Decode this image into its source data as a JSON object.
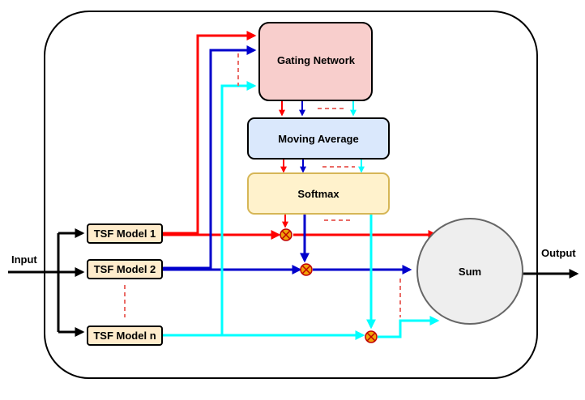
{
  "input_label": "Input",
  "output_label": "Output",
  "models": [
    {
      "label": "TSF Model 1",
      "color": "#ff0000"
    },
    {
      "label": "TSF Model 2",
      "color": "#0000cc"
    },
    {
      "label": "TSF Model n",
      "color": "#00ffff"
    }
  ],
  "gating_network": {
    "label": "Gating Network",
    "fill": "#f8cecc"
  },
  "moving_average": {
    "label": "Moving Average",
    "fill": "#dae8fc"
  },
  "softmax": {
    "label": "Softmax",
    "fill": "#fff2cc"
  },
  "sum": {
    "label": "Sum",
    "fill": "#eeeeee"
  },
  "model_fill": "#ffeccc",
  "multiplier_fill": "#f0a30a",
  "ellipsis_color": "#ea6b66"
}
